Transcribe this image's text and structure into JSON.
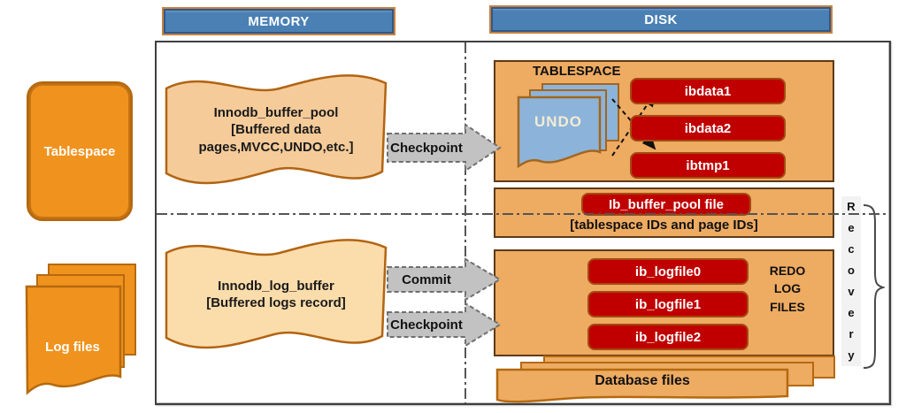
{
  "headers": {
    "memory": "MEMORY",
    "disk": "DISK"
  },
  "left_column": {
    "tablespace": "Tablespace",
    "log_files": "Log files"
  },
  "memory": {
    "buffer_pool_lines": [
      "Innodb_buffer_pool",
      "[Buffered data",
      "pages,MVCC,UNDO,etc.]"
    ],
    "log_buffer_lines": [
      "Innodb_log_buffer",
      "[Buffered logs record]"
    ]
  },
  "arrows": {
    "checkpoint_top": "Checkpoint",
    "commit": "Commit",
    "checkpoint_bottom": "Checkpoint"
  },
  "disk": {
    "tablespace": {
      "title": "TABLESPACE",
      "undo": "UNDO",
      "files": [
        "ibdata1",
        "ibdata2",
        "ibtmp1"
      ]
    },
    "buffer_pool_file": {
      "label": "Ib_buffer_pool file",
      "subtitle": "[tablespace IDs and page IDs]"
    },
    "redo": {
      "files": [
        "ib_logfile0",
        "ib_logfile1",
        "ib_logfile2"
      ],
      "label_lines": [
        "REDO",
        "LOG",
        "FILES"
      ]
    },
    "database_files": "Database files"
  },
  "recovery": {
    "word": "Recovery",
    "letters": [
      "R",
      "e",
      "c",
      "o",
      "v",
      "e",
      "r",
      "y"
    ]
  },
  "colors": {
    "header_blue": "#4a80b4",
    "header_border": "#c8813d",
    "frame_border": "#3f3f3f",
    "bright_orange": "#f0931e",
    "orange_border": "#b5690f",
    "wave_fill": "#f5cb99",
    "wave_fill_light": "#fbdcab",
    "wave_border": "#b26412",
    "panel_orange": "#eeab62",
    "panel_border": "#5d3a16",
    "red": "#c00000",
    "red_border": "#a34a12",
    "undo_blue": "#8cb3d9",
    "undo_border": "#a2661f",
    "undo_text": "#f3ecd4",
    "arrow_fill": "#c2c2c2",
    "arrow_border": "#707070",
    "line_color": "#555555"
  }
}
